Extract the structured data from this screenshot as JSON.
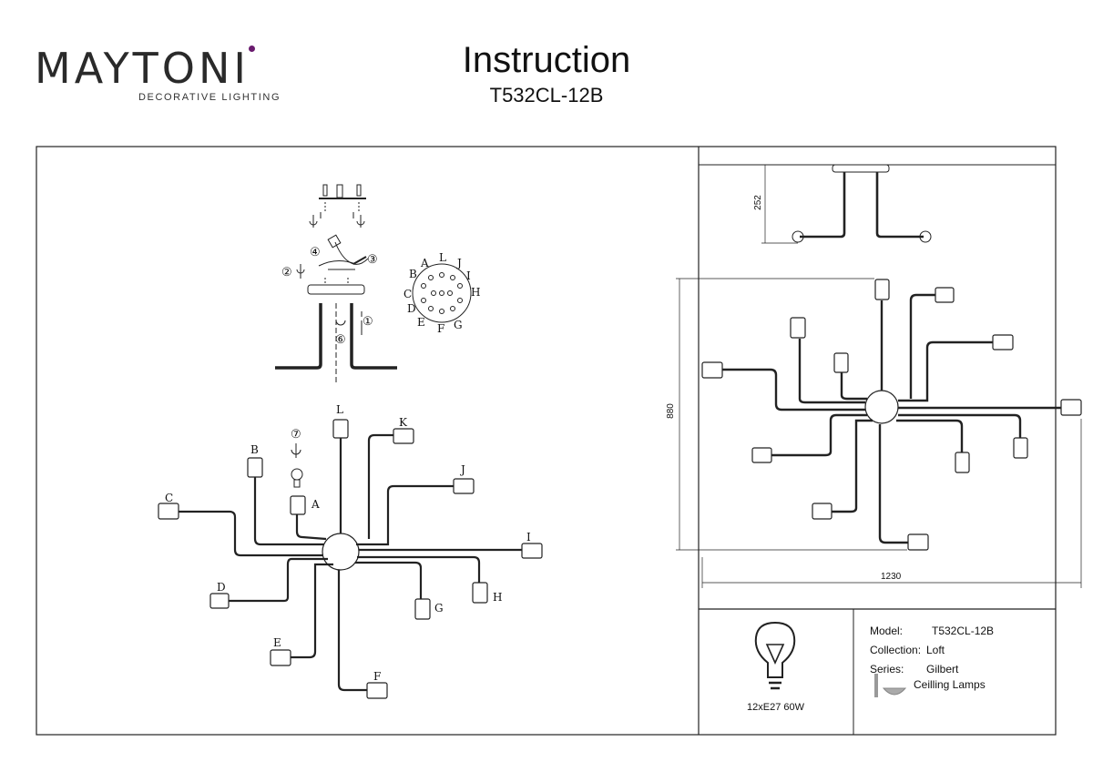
{
  "header": {
    "brand": "MAYTONI",
    "brand_tagline": "DECORATIVE LIGHTING",
    "title": "Instruction",
    "model_code": "T532CL-12B"
  },
  "assembly": {
    "step_numbers": [
      "①",
      "②",
      "③",
      "④",
      "⑥",
      "⑦"
    ],
    "socket_letters": [
      "A",
      "B",
      "C",
      "D",
      "E",
      "F",
      "G",
      "H",
      "I",
      "J",
      "K",
      "L"
    ]
  },
  "dimensions": {
    "height": "252",
    "depth": "880",
    "width": "1230"
  },
  "spec": {
    "bulb": "12xE27 60W",
    "model_label": "Model:",
    "model_value": "T532CL-12B",
    "collection_label": "Collection:",
    "collection_value": "Loft",
    "series_label": "Series:",
    "series_value": "Gilbert",
    "type_value": "Ceilling Lamps"
  }
}
